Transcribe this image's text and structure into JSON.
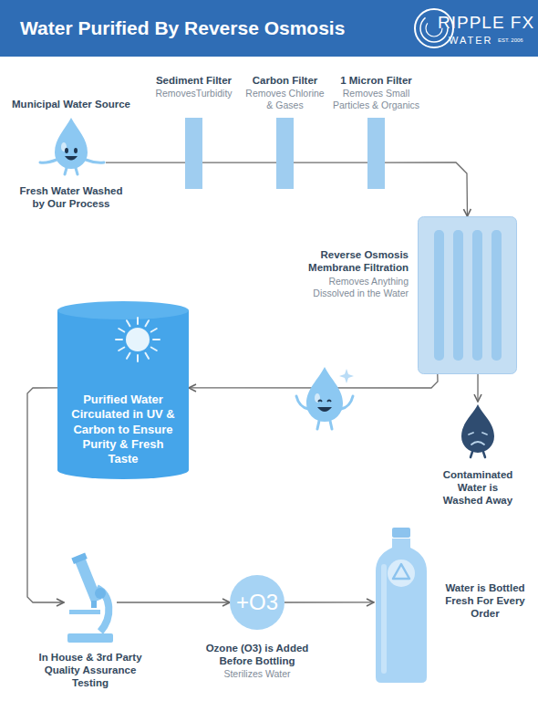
{
  "diagram": {
    "title": "Water Purified By Reverse Osmosis",
    "nodes": [
      {
        "text": [
          "Municipal Water Source",
          "Fresh Water Washed by Our Process"
        ]
      },
      {
        "text": [
          "Sediment Filter",
          "RemovesTurbidity"
        ]
      },
      {
        "text": [
          "Carbon Filter",
          "Removes Chlorine & Gases"
        ]
      },
      {
        "text": [
          "1 Micron Filter",
          "Removes Small Particles & Organics"
        ]
      },
      {
        "text": [
          "Reverse Osmosis Membrane Filtration",
          "Removes Anything Dissolved in the Water"
        ]
      },
      {
        "text": [
          "Purified Water Circulated in UV & Carbon to Ensure Purity & Fresh Taste"
        ]
      },
      {
        "text": [
          "Contaminated Water is Washed Away"
        ]
      },
      {
        "text": [
          "In House & 3rd Party Quality Assurance Testing"
        ]
      },
      {
        "text": [
          "+O3",
          "Ozone (O3) is Added Before Bottling",
          "Sterilizes Water"
        ]
      },
      {
        "text": [
          "Water is Bottled Fresh For Every Order"
        ]
      }
    ],
    "edges": [
      {
        "from": 0,
        "to": 1,
        "arrow": "none"
      },
      {
        "from": 1,
        "to": 2,
        "arrow": "none"
      },
      {
        "from": 2,
        "to": 3,
        "arrow": "none"
      },
      {
        "from": 3,
        "to": 4,
        "arrow": "to"
      },
      {
        "from": 4,
        "to": 5,
        "arrow": "to"
      },
      {
        "from": 4,
        "to": 6,
        "arrow": "to"
      },
      {
        "from": 5,
        "to": 7,
        "arrow": "to"
      },
      {
        "from": 7,
        "to": 8,
        "arrow": "to"
      },
      {
        "from": 8,
        "to": 9,
        "arrow": "to"
      }
    ],
    "labels": [
      "RIPPLE FX",
      "WATER",
      "EST. 2006"
    ]
  }
}
